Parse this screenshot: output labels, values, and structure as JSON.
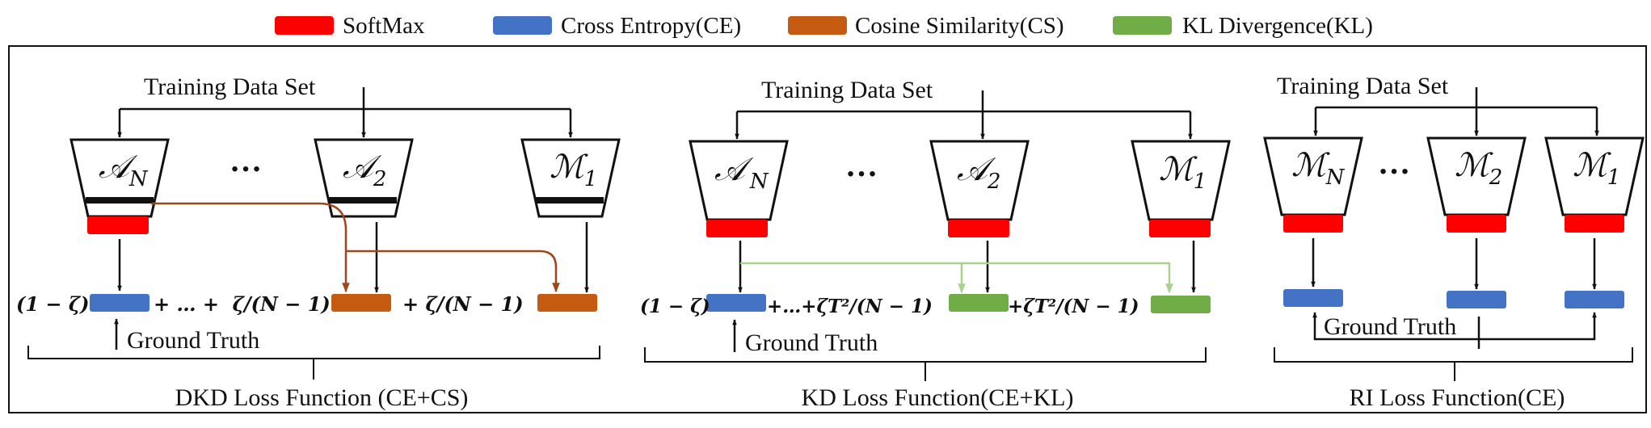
{
  "legend": [
    {
      "label": "SoftMax",
      "color": "#ff0000"
    },
    {
      "label": "Cross Entropy(CE)",
      "color": "#4472c4"
    },
    {
      "label": "Cosine Similarity(CS)",
      "color": "#c55a11"
    },
    {
      "label": "KL Divergence(KL)",
      "color": "#70ad47"
    }
  ],
  "colors": {
    "softmax": "#ff0000",
    "ce": "#4472c4",
    "cs": "#c55a11",
    "kl": "#70ad47",
    "cs_arrow": "#a0461b",
    "kl_arrow": "#a9d18e"
  },
  "panels": {
    "dkd": {
      "dataset": "Training Data Set",
      "models": [
        "𝒜",
        "𝒜",
        "ℳ"
      ],
      "model_subs": [
        "N",
        "2",
        "1"
      ],
      "ellipsis": "…",
      "eq": [
        "(1 − ζ)",
        "+ … +  ζ/(N − 1)",
        "+ ζ/(N − 1)"
      ],
      "ground_truth": "Ground Truth",
      "caption": "DKD Loss Function (CE+CS)"
    },
    "kd": {
      "dataset": "Training Data Set",
      "models": [
        "𝒜",
        "𝒜",
        "ℳ"
      ],
      "model_subs": [
        "N",
        "2",
        "1"
      ],
      "ellipsis": "…",
      "eq": [
        "(1 − ζ)",
        "+…+ζT²/(N − 1)",
        "+ζT²/(N − 1)"
      ],
      "ground_truth": "Ground Truth",
      "caption": "KD Loss Function(CE+KL)"
    },
    "ri": {
      "dataset": "Training Data Set",
      "models": [
        "ℳ",
        "ℳ",
        "ℳ"
      ],
      "model_subs": [
        "N",
        "2",
        "1"
      ],
      "ellipsis": "…",
      "ground_truth": "Ground Truth",
      "caption": "RI Loss Function(CE)"
    }
  }
}
